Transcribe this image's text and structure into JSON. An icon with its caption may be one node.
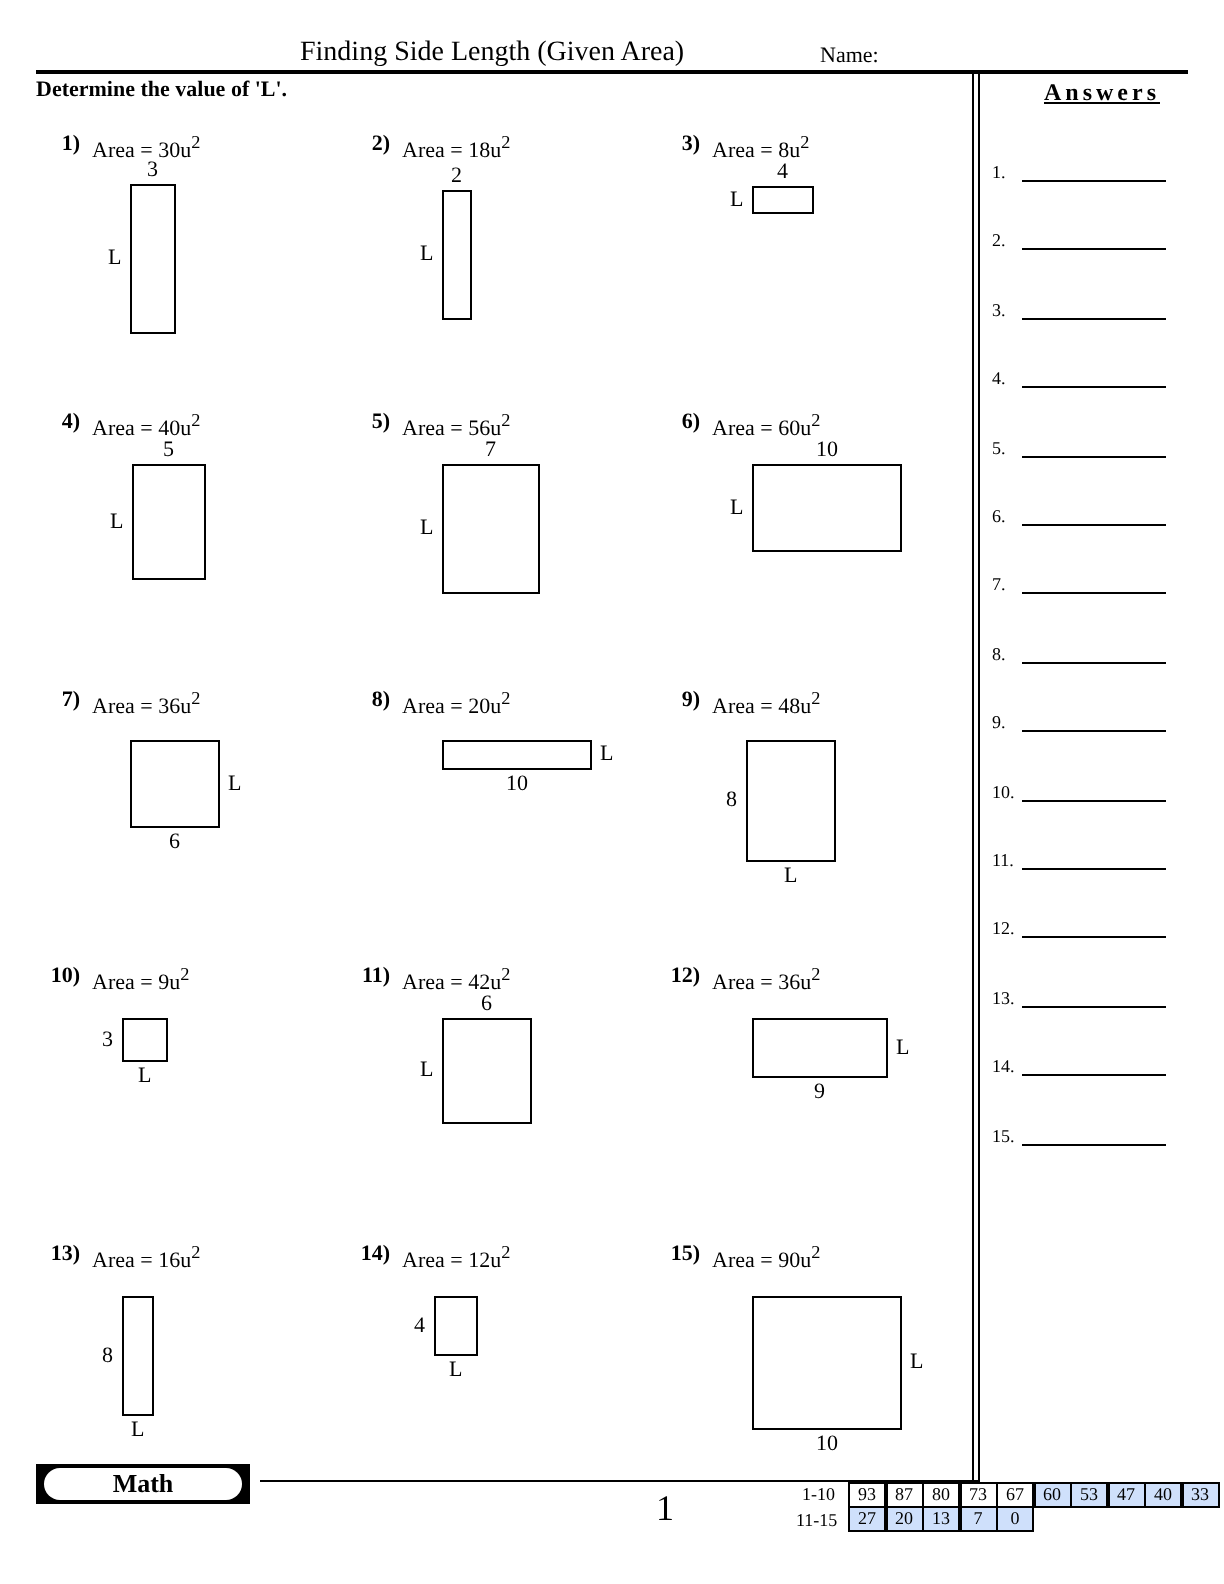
{
  "diagram": {
    "title": "Finding Side Length (Given Area)",
    "nodes": [
      {
        "text": [],
        "shape": "box",
        "beside": [
          "1)",
          "Area = 30u$^{2}$",
          "3",
          "L"
        ]
      },
      {
        "text": [],
        "shape": "box",
        "beside": [
          "2)",
          "Area = 18u$^{2}$",
          "2",
          "L"
        ]
      },
      {
        "text": [],
        "shape": "box",
        "beside": [
          "3)",
          "Area = 8u$^{2}$",
          "4",
          "L"
        ]
      },
      {
        "text": [],
        "shape": "box",
        "beside": [
          "4)",
          "Area = 40u$^{2}$",
          "5",
          "L"
        ]
      },
      {
        "text": [],
        "shape": "box",
        "beside": [
          "5)",
          "Area = 56u$^{2}$",
          "7",
          "L"
        ]
      },
      {
        "text": [],
        "shape": "box",
        "beside": [
          "6)",
          "Area = 60u$^{2}$",
          "10",
          "L"
        ]
      },
      {
        "text": [],
        "shape": "box",
        "beside": [
          "7)",
          "Area = 36u$^{2}$",
          "L",
          "6"
        ]
      },
      {
        "text": [],
        "shape": "box",
        "beside": [
          "8)",
          "Area = 20u$^{2}$",
          "L",
          "10"
        ]
      },
      {
        "text": [],
        "shape": "box",
        "beside": [
          "9)",
          "Area = 48u$^{2}$",
          "8",
          "L"
        ]
      },
      {
        "text": [],
        "shape": "box",
        "beside": [
          "10)",
          "Area = 9u$^{2}$",
          "3",
          "L"
        ]
      },
      {
        "text": [],
        "shape": "box",
        "beside": [
          "11)",
          "Area = 42u$^{2}$",
          "6",
          "L"
        ]
      },
      {
        "text": [],
        "shape": "box",
        "beside": [
          "12)",
          "Area = 36u$^{2}$",
          "L",
          "9"
        ]
      },
      {
        "text": [],
        "shape": "box",
        "beside": [
          "13)",
          "Area = 16u$^{2}$",
          "8",
          "L"
        ]
      },
      {
        "text": [],
        "shape": "box",
        "beside": [
          "14)",
          "Area = 12u$^{2}$",
          "4",
          "L"
        ]
      },
      {
        "text": [],
        "shape": "box",
        "beside": [
          "15)",
          "Area = 90u$^{2}$",
          "L",
          "10"
        ]
      }
    ],
    "labels": [
      "Name:",
      "Determine the value of 'L'.",
      "Answers",
      "1.",
      "2.",
      "3.",
      "4.",
      "5.",
      "6.",
      "7.",
      "8.",
      "9.",
      "10.",
      "11.",
      "12.",
      "13.",
      "14.",
      "15.",
      "Math",
      "1",
      "1-10",
      "93",
      "87",
      "80",
      "73",
      "67",
      "60",
      "53",
      "47",
      "40",
      "33",
      "11-15",
      "27",
      "20",
      "13",
      "7",
      "0"
    ]
  }
}
